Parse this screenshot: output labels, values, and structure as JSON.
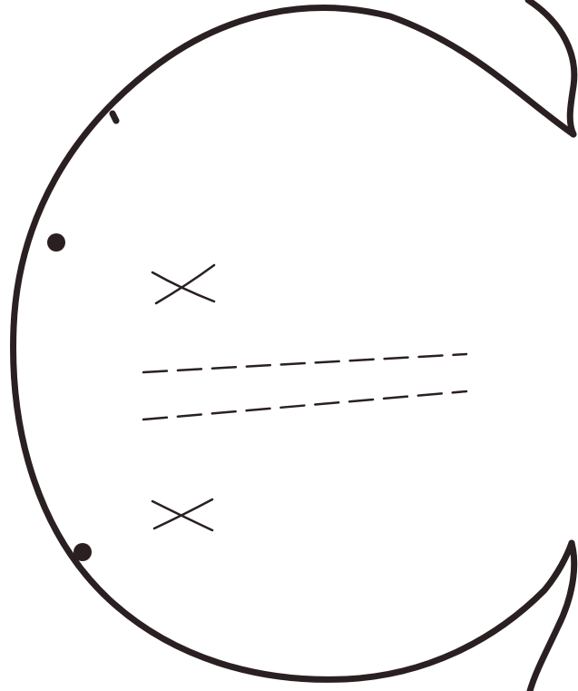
{
  "colors": {
    "ink": "#2a2021",
    "background": "#ffffff"
  },
  "figure": {
    "shape": "circle-template-with-two-side-flaps",
    "marks": {
      "dots": 2,
      "cross_marks": 2,
      "dashed_fold_lines": 2
    }
  }
}
